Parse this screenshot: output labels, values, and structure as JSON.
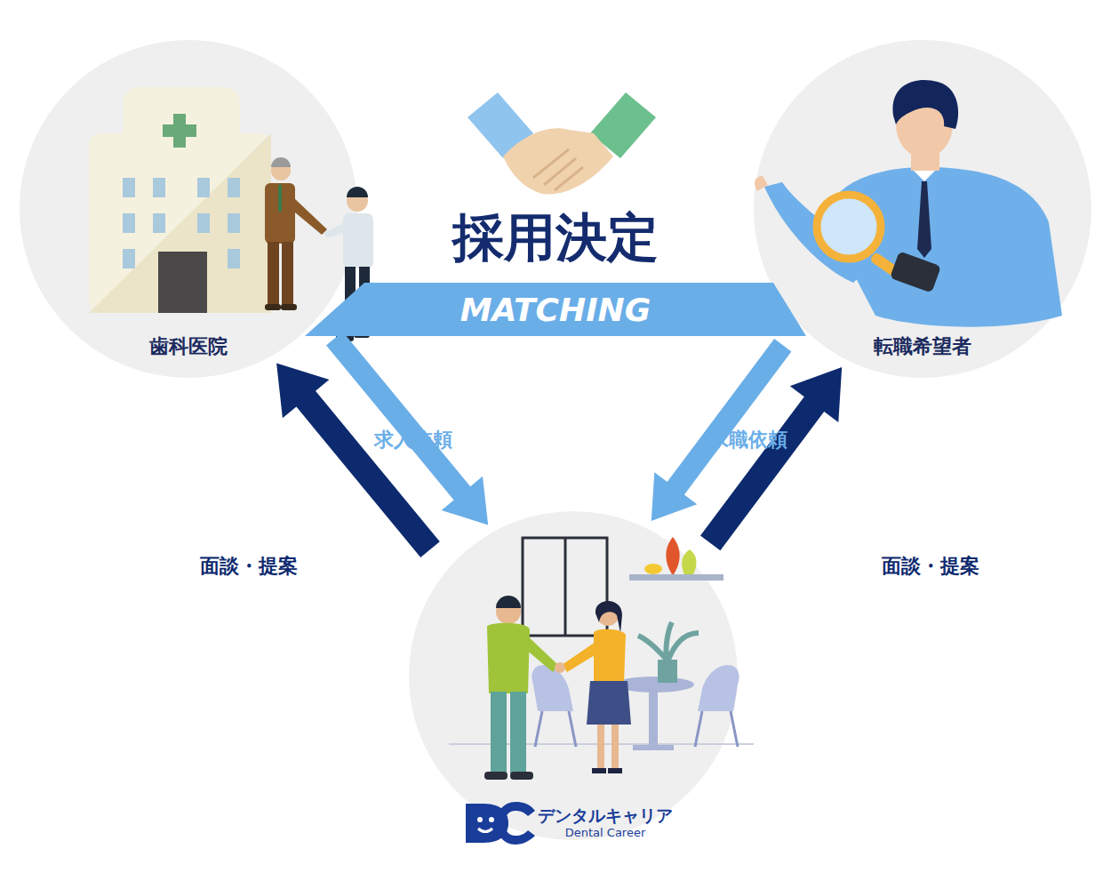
{
  "diagram": {
    "nodes": [
      {
        "text": [
          "歯科医院"
        ]
      },
      {
        "text": [
          "採用決定",
          "MATCHING"
        ]
      },
      {
        "text": [
          "転職希望者"
        ]
      },
      {
        "text": [
          "デンタルキャリア",
          "Dental Career"
        ]
      }
    ],
    "edges": [
      {
        "from": 0,
        "to": 3,
        "label": "求人依頼",
        "arrow": "to"
      },
      {
        "from": 3,
        "to": 0,
        "label": "面談・提案",
        "arrow": "to"
      },
      {
        "from": 2,
        "to": 3,
        "label": "求職依頼",
        "arrow": "to"
      },
      {
        "from": 3,
        "to": 2,
        "label": "面談・提案",
        "arrow": "to"
      }
    ]
  }
}
